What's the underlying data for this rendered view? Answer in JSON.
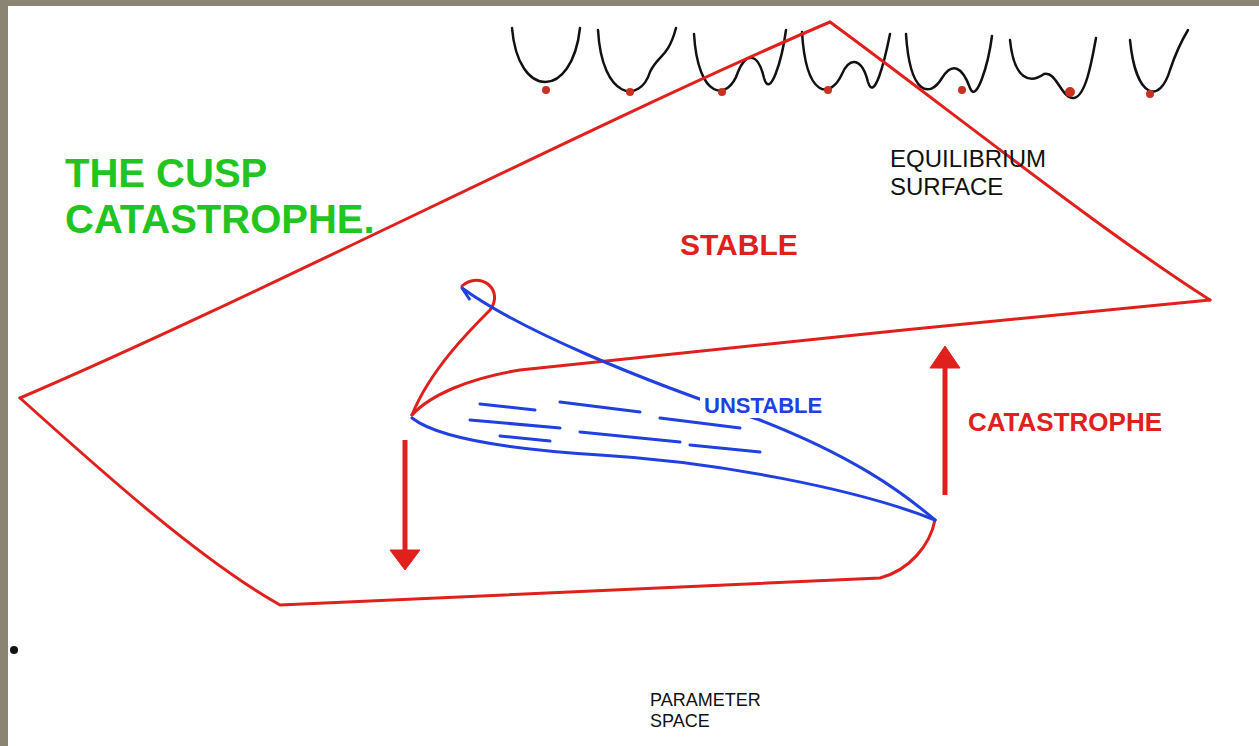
{
  "diagram": {
    "title": "THE CUSP CATASTROPHE.",
    "labels": [
      "EQUILIBRIUM SURFACE",
      "STABLE",
      "UNSTABLE",
      "CATASTROPHE",
      "PARAMETER SPACE"
    ]
  }
}
